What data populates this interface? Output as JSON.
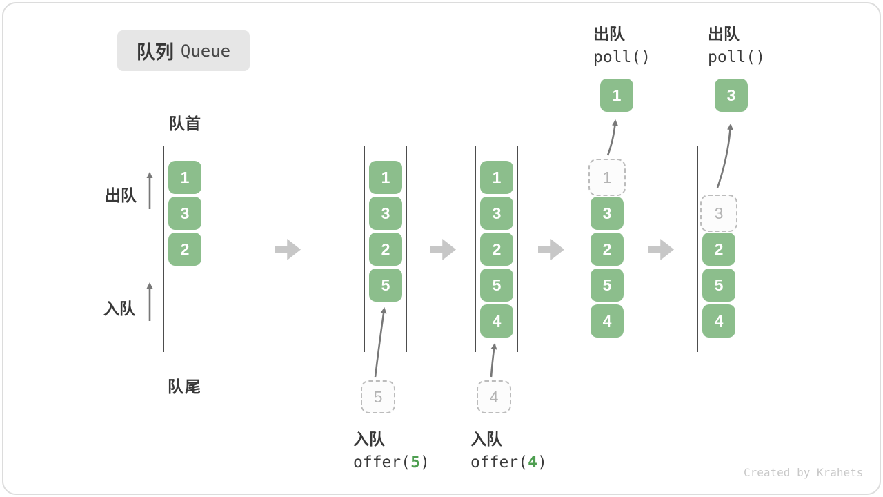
{
  "title_badge": {
    "zh": "队列",
    "en": "Queue"
  },
  "side_labels": {
    "front": "队首",
    "rear": "队尾",
    "dequeue": "出队",
    "enqueue": "入队"
  },
  "queues": [
    {
      "name": "state-initial",
      "items": [
        {
          "value": "1",
          "slot": 0,
          "state": "solid"
        },
        {
          "value": "3",
          "slot": 1,
          "state": "solid"
        },
        {
          "value": "2",
          "slot": 2,
          "state": "solid"
        }
      ]
    },
    {
      "name": "state-after-offer-5",
      "items": [
        {
          "value": "1",
          "slot": 0,
          "state": "solid"
        },
        {
          "value": "3",
          "slot": 1,
          "state": "solid"
        },
        {
          "value": "2",
          "slot": 2,
          "state": "solid"
        },
        {
          "value": "5",
          "slot": 3,
          "state": "solid"
        }
      ]
    },
    {
      "name": "state-after-offer-4",
      "items": [
        {
          "value": "1",
          "slot": 0,
          "state": "solid"
        },
        {
          "value": "3",
          "slot": 1,
          "state": "solid"
        },
        {
          "value": "2",
          "slot": 2,
          "state": "solid"
        },
        {
          "value": "5",
          "slot": 3,
          "state": "solid"
        },
        {
          "value": "4",
          "slot": 4,
          "state": "solid"
        }
      ]
    },
    {
      "name": "state-after-poll-1",
      "items": [
        {
          "value": "1",
          "slot": 0,
          "state": "dashed"
        },
        {
          "value": "3",
          "slot": 1,
          "state": "solid"
        },
        {
          "value": "2",
          "slot": 2,
          "state": "solid"
        },
        {
          "value": "5",
          "slot": 3,
          "state": "solid"
        },
        {
          "value": "4",
          "slot": 4,
          "state": "solid"
        }
      ]
    },
    {
      "name": "state-after-poll-3",
      "items": [
        {
          "value": "3",
          "slot": 1,
          "state": "dashed"
        },
        {
          "value": "2",
          "slot": 2,
          "state": "solid"
        },
        {
          "value": "5",
          "slot": 3,
          "state": "solid"
        },
        {
          "value": "4",
          "slot": 4,
          "state": "solid"
        }
      ]
    }
  ],
  "popped": [
    {
      "value": "1"
    },
    {
      "value": "3"
    }
  ],
  "pending": [
    {
      "value": "5"
    },
    {
      "value": "4"
    }
  ],
  "operations": {
    "poll_1": {
      "zh": "出队",
      "code": "poll()"
    },
    "poll_2": {
      "zh": "出队",
      "code": "poll()"
    },
    "offer_1": {
      "zh": "入队",
      "code_before": "offer(",
      "arg": "5",
      "code_after": ")"
    },
    "offer_2": {
      "zh": "入队",
      "code_before": "offer(",
      "arg": "4",
      "code_after": ")"
    }
  },
  "watermark": "Created by Krahets",
  "colors": {
    "box_green": "#8cbe8c",
    "code_arg_green": "#4e9e50",
    "badge_bg": "#e6e6e6",
    "block_arrow_gray": "#c7c7c7",
    "thin_arrow_gray": "#787878",
    "dashed_border": "#bcbcbc",
    "text_dark": "#383838"
  }
}
